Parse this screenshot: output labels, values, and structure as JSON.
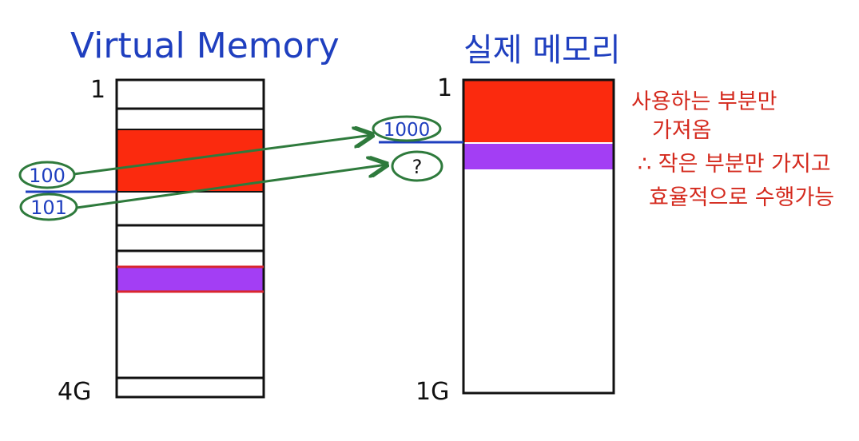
{
  "virtual": {
    "title": "Virtual Memory",
    "top_label": "1",
    "bottom_label": "4G",
    "addr_100": "100",
    "addr_101": "101"
  },
  "physical": {
    "title": "실제 메모리",
    "top_label": "1",
    "bottom_label": "1G",
    "addr_1000": "1000",
    "addr_unknown": "?"
  },
  "notes": {
    "line1": "사용하는 부분만",
    "line2": "가져옴",
    "line3": "∴ 작은 부분만 가지고",
    "line4": "효율적으로 수행가능"
  },
  "colors": {
    "title_blue": "#1f3fbf",
    "red_block": "#fb2a0e",
    "purple_block": "#a33ef4",
    "arrow_green": "#2e7a3c",
    "note_red": "#d42a1e",
    "ink": "#111111"
  }
}
